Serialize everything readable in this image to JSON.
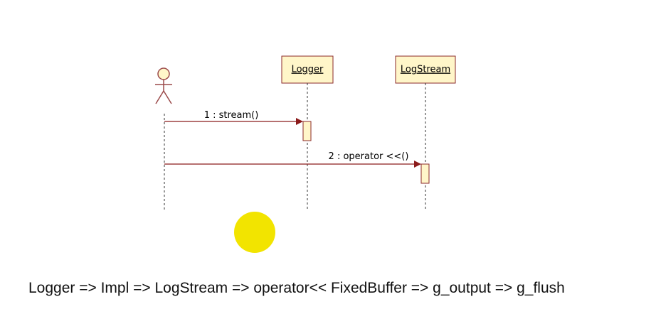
{
  "diagram": {
    "actor_name": "",
    "lifelines": [
      {
        "label": "Logger"
      },
      {
        "label": "LogStream"
      }
    ],
    "messages": [
      {
        "label": "1 : stream()",
        "from": "actor",
        "to": "Logger"
      },
      {
        "label": "2 : operator <<()",
        "from": "actor",
        "to": "LogStream"
      }
    ]
  },
  "caption": "Logger => Impl => LogStream => operator<< FixedBuffer => g_output => g_flush",
  "colors": {
    "box_fill": "#fff6c9",
    "box_border": "#8b2a2a",
    "message_line": "#8b1a1a",
    "actor_stroke": "#9b4a4a",
    "highlight_dot": "#f2e400"
  }
}
